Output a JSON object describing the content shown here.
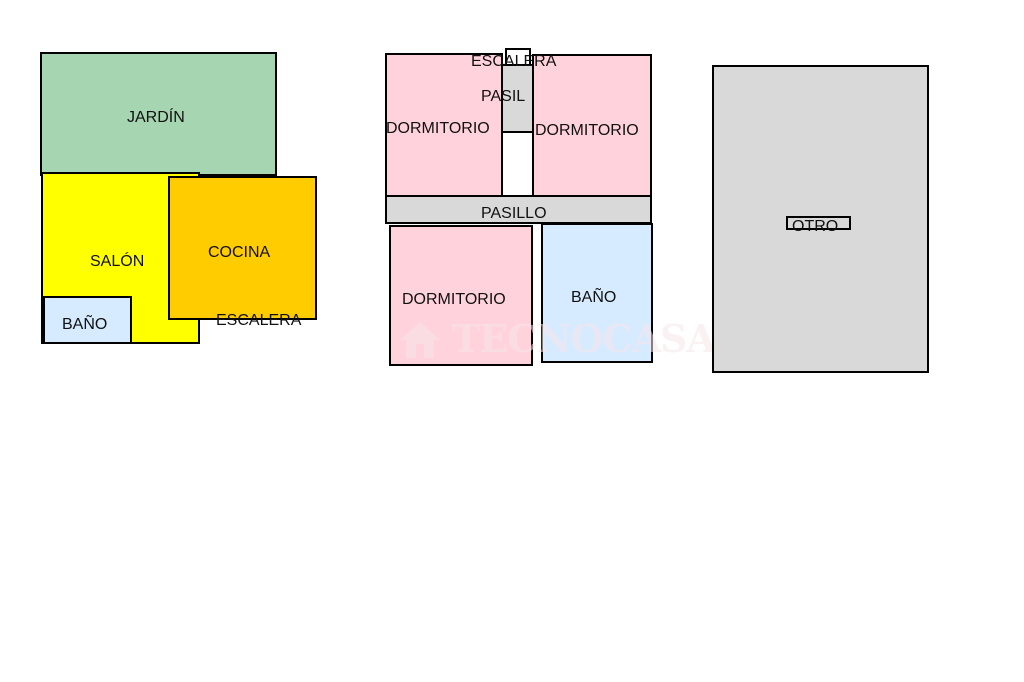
{
  "colors": {
    "jardin": "#a6d5b1",
    "salon": "#ffff00",
    "cocina": "#ffcc00",
    "bano": "#d6ebff",
    "dormitorio": "#ffd2dc",
    "pasillo": "#d9d9d9",
    "otro": "#d9d9d9",
    "stair": "#ffffff"
  },
  "floor1": {
    "jardin": "JARDÍN",
    "salon": "SALÓN",
    "cocina": "COCINA",
    "bano": "BAÑO",
    "escalera": "ESCALERA"
  },
  "floor2": {
    "escalera": "ESCALERA",
    "pasil": "PASIL",
    "dormitorio_left": "DORMITORIO",
    "dormitorio_right": "DORMITORIO",
    "pasillo": "PASILLO",
    "dormitorio_bottom": "DORMITORIO",
    "bano": "BAÑO"
  },
  "floor3": {
    "otro": "OTRO"
  },
  "watermark": {
    "text": "TECNOCASA",
    "icon": "house-icon"
  }
}
